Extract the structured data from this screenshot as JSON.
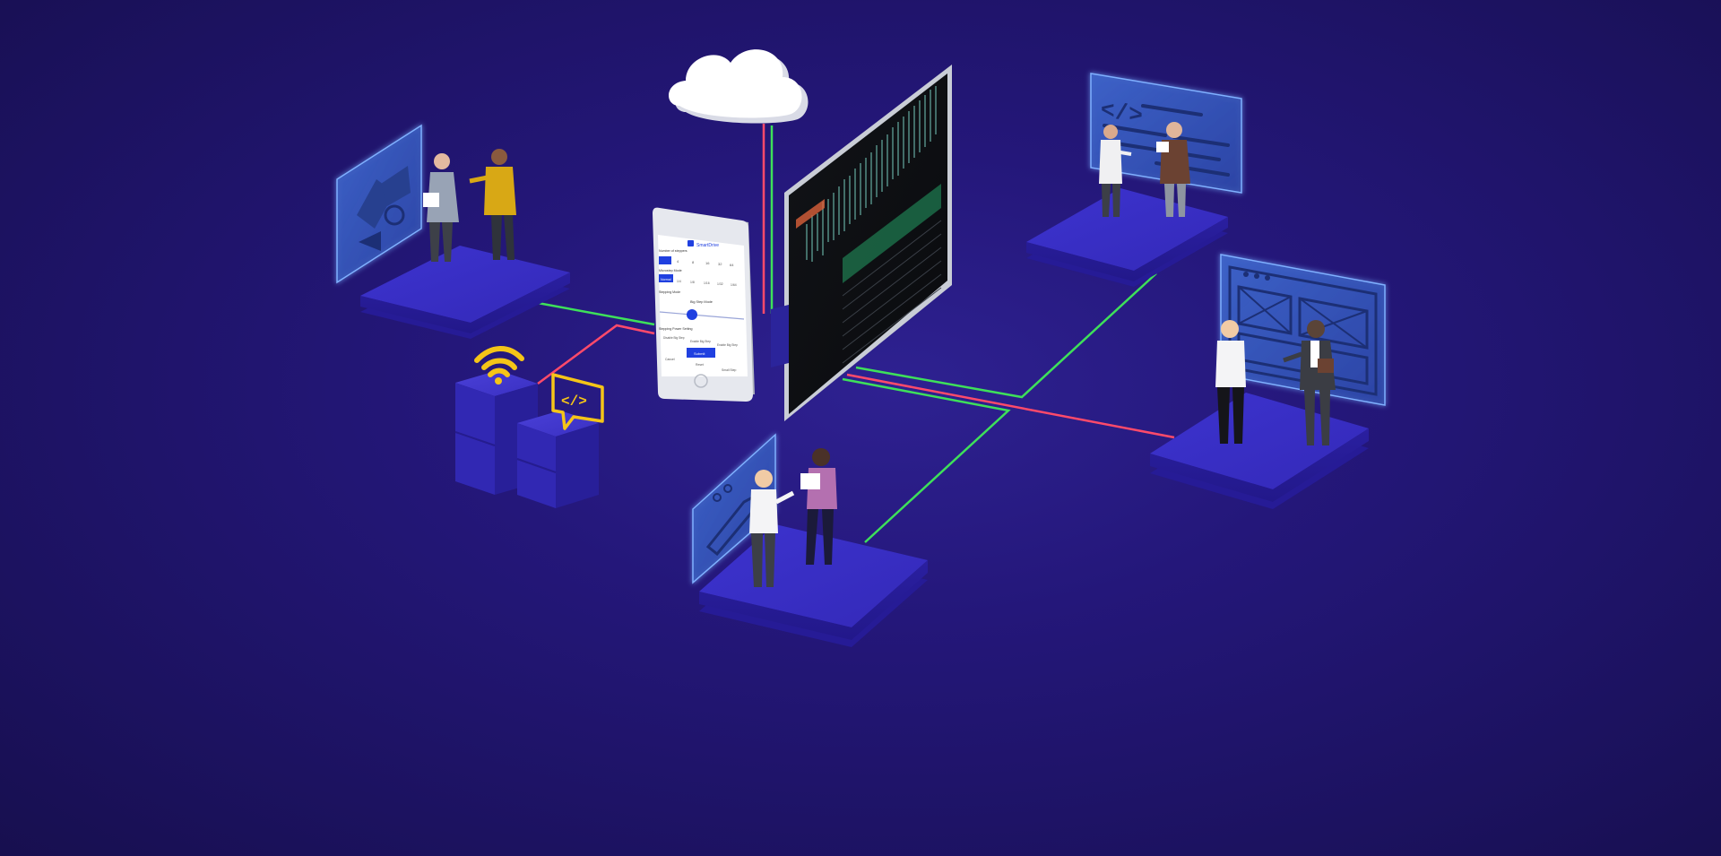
{
  "scene": {
    "background_color": "#211570",
    "accent_colors": {
      "platform": "#3b30c8",
      "line_green": "#3ee05a",
      "line_red": "#ff4a6a",
      "icon_yellow": "#f5c518",
      "panel_blue": "#5a86e0"
    },
    "icons": [
      "cloud-icon",
      "wifi-icon",
      "code-chat-icon",
      "code-brackets-icon"
    ]
  },
  "phone": {
    "app_name": "SmartDrive",
    "sections": [
      "Number of steppers",
      "Microstep Mode",
      "Stepping Mode",
      "Stepping Power Setting"
    ],
    "step_values": [
      "4",
      "8",
      "16",
      "32",
      "64"
    ],
    "mode_selected": "Normal",
    "mode_values": [
      "1/4",
      "1/8",
      "1/16",
      "1/32",
      "1/64"
    ],
    "slider_label": "Big Step Mode",
    "buttons": [
      "Disable Big Step",
      "Enable Big Step",
      "Enable Big Step"
    ],
    "submit_label": "Submit",
    "footer_items": [
      "Cancel",
      "Reset",
      "Small Step"
    ]
  },
  "code_symbol": "</>"
}
